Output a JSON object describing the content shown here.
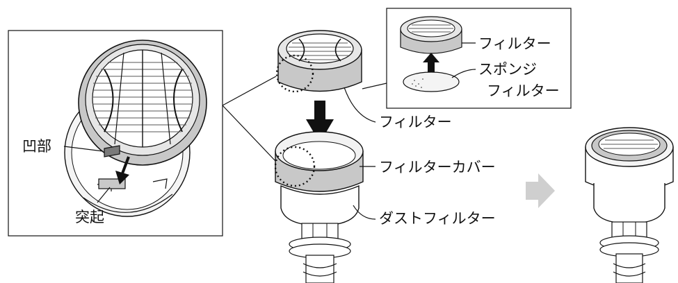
{
  "labels": {
    "recess": "凹部",
    "protrusion": "突起",
    "inset_filter": "フィルター",
    "sponge_filter_line1": "スポンジ",
    "sponge_filter_line2": "フィルター",
    "filter": "フィルター",
    "filter_cover": "フィルターカバー",
    "dust_filter": "ダストフィルター"
  },
  "colors": {
    "line": "#111111",
    "shade": "#c8c8c8",
    "light": "#e6e6e6",
    "dark": "#7a7a7a",
    "arrow_gray": "#cfcfcf"
  }
}
